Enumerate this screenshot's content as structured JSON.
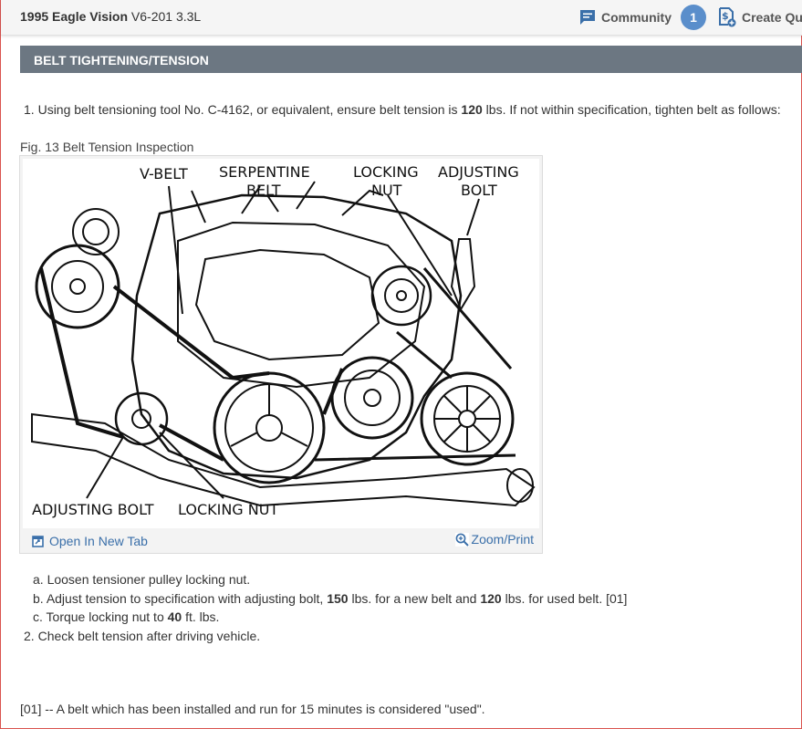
{
  "header": {
    "vehicle_bold": "1995 Eagle Vision",
    "vehicle_rest": "V6-201 3.3L",
    "community_label": "Community",
    "community_count": "1",
    "create_label": "Create Quo"
  },
  "section": {
    "title": "BELT TIGHTENING/TENSION"
  },
  "step1": {
    "number": "1.",
    "text_pre": "Using belt tensioning tool No. C-4162, or equivalent, ensure belt tension is",
    "value": "120",
    "text_post": "lbs. If not within specification, tighten belt as follows:"
  },
  "figure": {
    "caption": "Fig. 13 Belt Tension Inspection",
    "labels": {
      "vbelt": "V-BELT",
      "serp1": "SERPENTINE",
      "serp2": "BELT",
      "lock1": "LOCKING",
      "lock2": "NUT",
      "adj1": "ADJUSTING",
      "adj2": "BOLT",
      "adj_bottom": "ADJUSTING BOLT",
      "lock_bottom": "LOCKING NUT"
    },
    "open_tab": "Open In New Tab",
    "zoom": "Zoom/Print"
  },
  "substeps": {
    "a": {
      "letter": "a.",
      "text": "Loosen tensioner pulley locking nut."
    },
    "b": {
      "letter": "b.",
      "pre": "Adjust tension to specification with adjusting bolt,",
      "v1": "150",
      "mid": "lbs. for a new belt and",
      "v2": "120",
      "post": "lbs. for used belt. [01]"
    },
    "c": {
      "letter": "c.",
      "pre": "Torque locking nut to",
      "v": "40",
      "post": "ft. lbs."
    }
  },
  "step2": {
    "number": "2.",
    "text": "Check belt tension after driving vehicle."
  },
  "footnote": "[01] -- A belt which has been installed and run for 15 minutes is considered \"used\"."
}
